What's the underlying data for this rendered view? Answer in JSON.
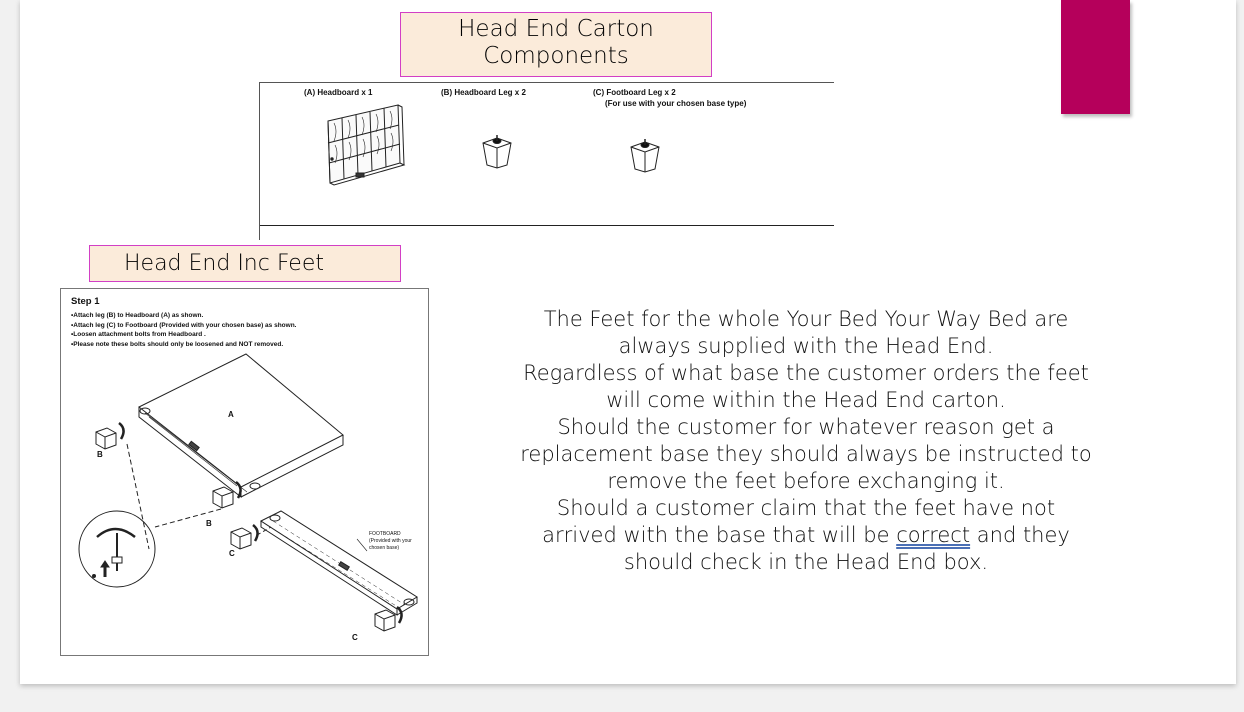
{
  "colors": {
    "accent": "#b5005b",
    "label_fill": "#fbebda",
    "label_border": "#d23fc5"
  },
  "title_box": {
    "line1": "Head End Carton",
    "line2": "Components"
  },
  "components": {
    "headboard": "(A) Headboard x 1",
    "headboard_leg": "(B) Headboard Leg x 2",
    "footboard_leg": "(C) Footboard Leg x 2",
    "footboard_leg_note": "(For use with your chosen base type)"
  },
  "feet_box": {
    "label": "Head End Inc Feet"
  },
  "step": {
    "title": "Step 1",
    "items": [
      "Attach leg (B) to Headboard (A) as shown.",
      "Attach leg (C) to Footboard (Provided with your chosen base) as shown.",
      "Loosen attachment bolts from Headboard .",
      "Please note these bolts should only be loosened and NOT removed."
    ],
    "label_a": "A",
    "label_b": "B",
    "label_c": "C",
    "footboard_label": "FOOTBOARD",
    "footboard_note_1": "(Provided with your",
    "footboard_note_2": "chosen base)"
  },
  "body": {
    "p1": "The Feet for the whole Your Bed Your Way Bed are always supplied with the Head End.",
    "p2": "Regardless of what base the customer orders the feet will come within the Head End carton.",
    "p3": "Should the customer for whatever reason get a replacement base they should always be instructed to remove the feet before exchanging it.",
    "p4_before": "Should a customer claim that the feet have not arrived with the base that will be ",
    "p4_word": "correct",
    "p4_after": " and they should check in the Head End box."
  }
}
